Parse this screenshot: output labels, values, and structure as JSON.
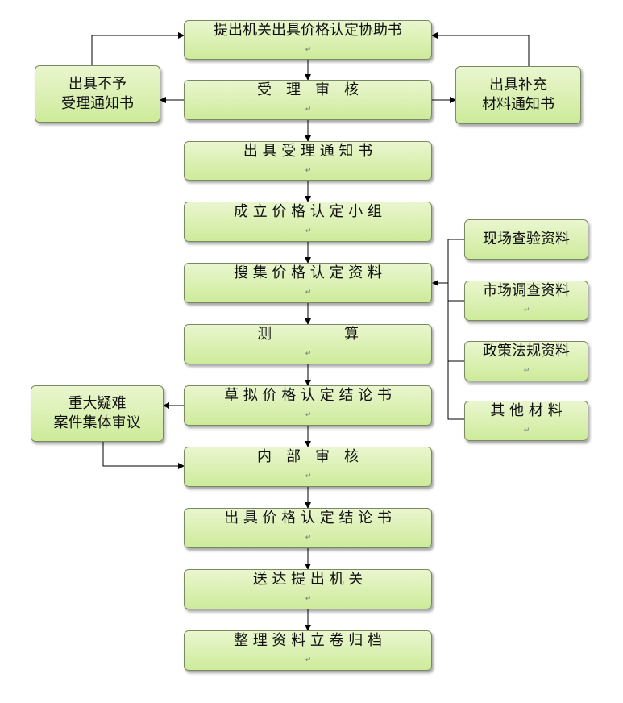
{
  "nodes": {
    "submit": "提出机关出具价格认定协助书",
    "accept_review": "受　理　审　核",
    "reject_notice": "出具不予\n受理通知书",
    "supplement_notice": "出具补充\n材料通知书",
    "acceptance_notice": "出 具 受 理 通 知 书",
    "form_team": "成 立 价 格 认 定 小 组",
    "collect_data": "搜 集 价 格 认 定 资 料",
    "site_data": "现场查验资料",
    "market_data": "市场调查资料",
    "policy_data": "政策法规资料",
    "other_data": "其 他 材 料",
    "calculate": "测　　　　　算",
    "draft_conclusion": "草 拟 价 格 认 定 结 论 书",
    "major_case": "重大疑难\n案件集体审议",
    "internal_review": "内　部　审　核",
    "issue_conclusion": "出 具 价 格 认 定 结 论 书",
    "deliver": "送 达 提 出 机 关",
    "archive": "整 理 资 料 立 卷 归 档"
  },
  "colors": {
    "box_top": "#eaf6cf",
    "box_bottom": "#cdeb9a",
    "border": "#7a8a60",
    "line": "#000000"
  },
  "return_mark": "↵"
}
